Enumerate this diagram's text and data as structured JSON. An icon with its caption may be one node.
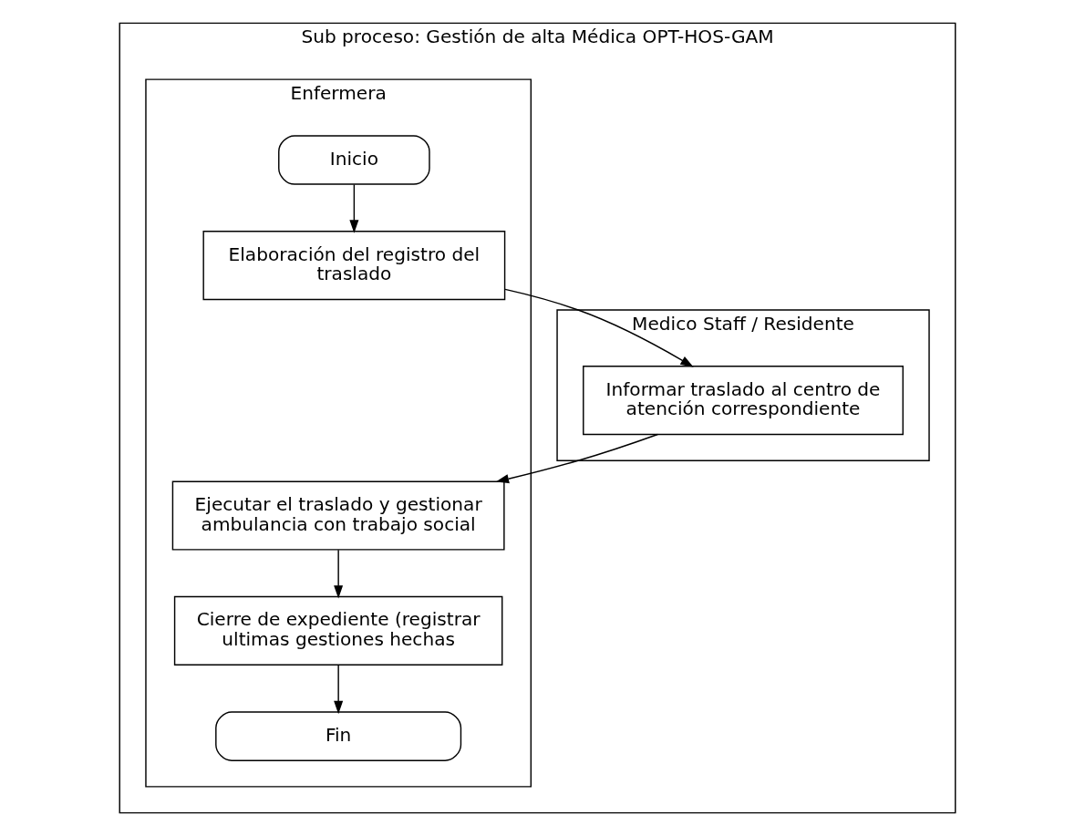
{
  "diagram": {
    "nodes": [
      {
        "text": [
          "Sub proceso: Gestión de alta Médica OPT-HOS-GAM"
        ]
      },
      {
        "text": [
          "Medico Staff / Residente"
        ],
        "in": 0
      },
      {
        "text": [
          "Enfermera"
        ],
        "in": 0
      },
      {
        "text": [
          "Inicio"
        ],
        "in": 2
      },
      {
        "text": [
          "Elaboración del registro del traslado"
        ],
        "in": 2
      },
      {
        "text": [
          "Informar traslado al centro de atención correspondiente"
        ],
        "in": 1
      },
      {
        "text": [
          "Ejecutar el traslado y gestionar ambulancia con trabajo social"
        ],
        "in": 2
      },
      {
        "text": [
          "Cierre de expediente (registrar ultimas gestiones hechas"
        ],
        "in": 2
      },
      {
        "text": [
          "Fin"
        ],
        "in": 2
      }
    ],
    "edges": [
      {
        "from": 3,
        "to": 4,
        "arrow": "to"
      },
      {
        "from": 4,
        "to": 5,
        "arrow": "to"
      },
      {
        "from": 5,
        "to": 6,
        "arrow": "to"
      },
      {
        "from": 6,
        "to": 7,
        "arrow": "to"
      },
      {
        "from": 7,
        "to": 8,
        "arrow": "to"
      }
    ]
  }
}
